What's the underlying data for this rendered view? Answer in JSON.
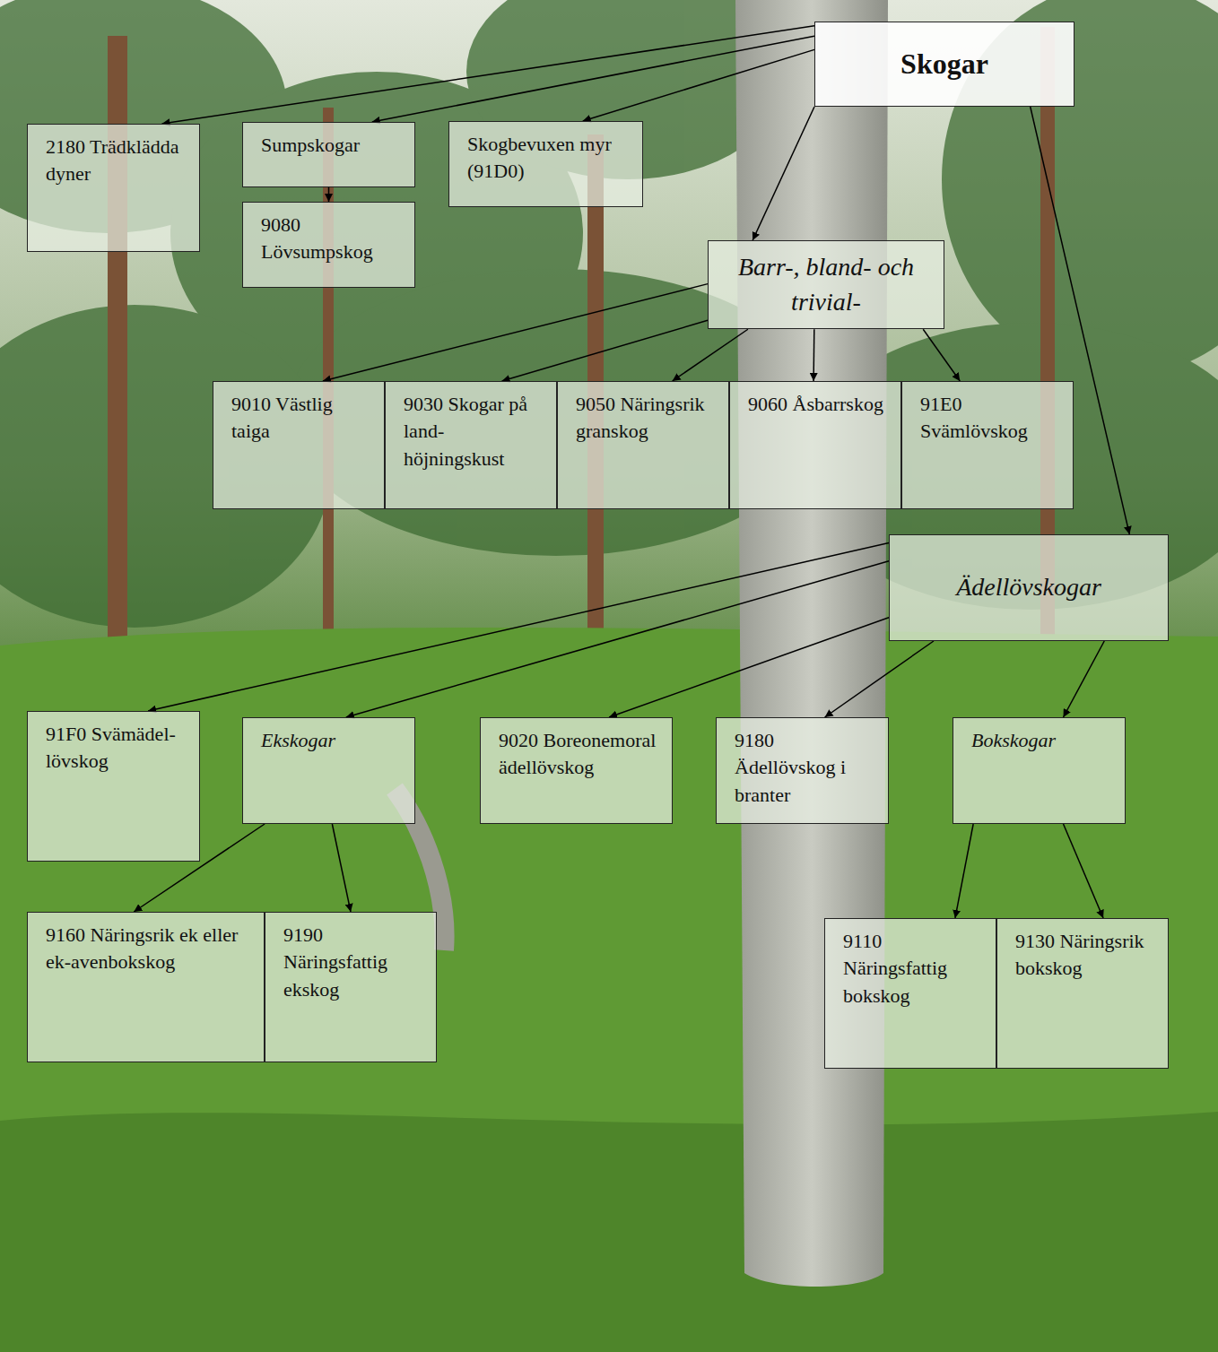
{
  "diagram": {
    "nodes": [
      {
        "text": [
          "Skogar"
        ]
      },
      {
        "text": [
          "2180 Trädklädda dyner"
        ]
      },
      {
        "text": [
          "Sumpskogar"
        ]
      },
      {
        "text": [
          "9080 Lövsumpskog"
        ]
      },
      {
        "text": [
          "Skogbevuxen myr (91D0)"
        ]
      },
      {
        "text": [
          "Barr-, bland- och trivial-"
        ]
      },
      {
        "text": [
          "9010 Västlig taiga"
        ]
      },
      {
        "text": [
          "9030 Skogar på land- höjningskust"
        ]
      },
      {
        "text": [
          "9050 Näringsrik granskog"
        ]
      },
      {
        "text": [
          "9060 Åsbarrskog"
        ]
      },
      {
        "text": [
          "91E0 Svämlövskog"
        ]
      },
      {
        "text": [
          "Ädellövskogar"
        ]
      },
      {
        "text": [
          "91F0 Svämädel- lövskog"
        ]
      },
      {
        "text": [
          "Ekskogar"
        ]
      },
      {
        "text": [
          "9020 Boreonemoral ädellövskog"
        ]
      },
      {
        "text": [
          "9180 Ädellövskog i branter"
        ]
      },
      {
        "text": [
          "Bokskogar"
        ]
      },
      {
        "text": [
          "9160 Näringsrik ek eller ek-avenbokskog"
        ]
      },
      {
        "text": [
          "9190 Näringsfattig ekskog"
        ]
      },
      {
        "text": [
          "9110 Näringsfattig bokskog"
        ]
      },
      {
        "text": [
          "9130 Näringsrik bokskog"
        ]
      }
    ],
    "edges": [
      {
        "from": 0,
        "to": 1,
        "arrow": "to"
      },
      {
        "from": 0,
        "to": 2,
        "arrow": "to"
      },
      {
        "from": 0,
        "to": 4,
        "arrow": "to"
      },
      {
        "from": 0,
        "to": 5,
        "arrow": "to"
      },
      {
        "from": 0,
        "to": 11,
        "arrow": "to"
      },
      {
        "from": 2,
        "to": 3,
        "arrow": "to"
      },
      {
        "from": 5,
        "to": 6,
        "arrow": "to"
      },
      {
        "from": 5,
        "to": 7,
        "arrow": "to"
      },
      {
        "from": 5,
        "to": 8,
        "arrow": "to"
      },
      {
        "from": 5,
        "to": 9,
        "arrow": "to"
      },
      {
        "from": 5,
        "to": 10,
        "arrow": "to"
      },
      {
        "from": 11,
        "to": 12,
        "arrow": "to"
      },
      {
        "from": 11,
        "to": 13,
        "arrow": "to"
      },
      {
        "from": 11,
        "to": 14,
        "arrow": "to"
      },
      {
        "from": 11,
        "to": 15,
        "arrow": "to"
      },
      {
        "from": 11,
        "to": 16,
        "arrow": "to"
      },
      {
        "from": 13,
        "to": 17,
        "arrow": "to"
      },
      {
        "from": 13,
        "to": 18,
        "arrow": "to"
      },
      {
        "from": 16,
        "to": 19,
        "arrow": "to"
      },
      {
        "from": 16,
        "to": 20,
        "arrow": "to"
      }
    ]
  }
}
